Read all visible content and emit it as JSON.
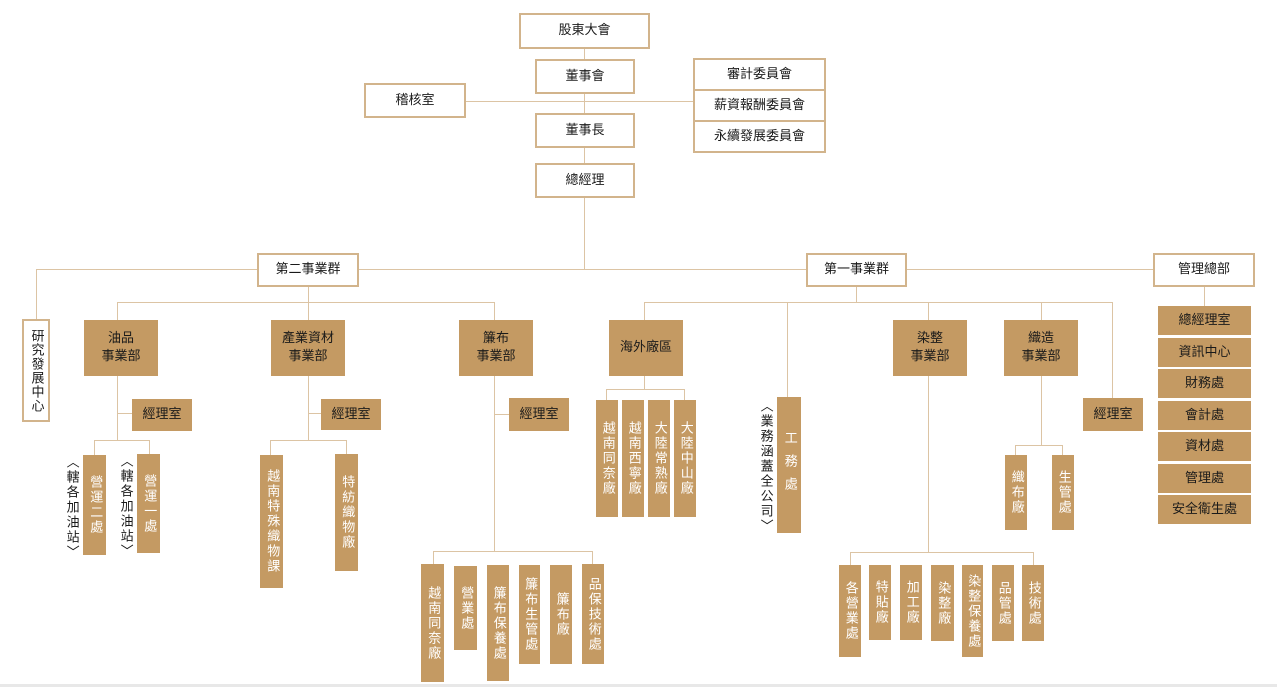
{
  "colors": {
    "accent_fill": "#c49a63",
    "line": "#dcc4a4",
    "border": "#d2b48c"
  },
  "top": {
    "shareholders": "股東大會",
    "board": "董事會",
    "audit_office": "稽核室",
    "chairman": "董事長",
    "president": "總經理",
    "committees": [
      "審計委員會",
      "薪資報酬委員會",
      "永續發展委員會"
    ]
  },
  "group2": {
    "title": "第二事業群",
    "rd_center": "研究發展中心",
    "oil": {
      "title": "油品\n事業部",
      "office": "經理室",
      "units": [
        {
          "label": "營運二處",
          "note": "︿轄各加油站﹀"
        },
        {
          "label": "營運一處",
          "note": "︿轄各加油站﹀"
        }
      ]
    },
    "industrial": {
      "title": "產業資材\n事業部",
      "office": "經理室",
      "units": [
        "越南特殊織物課",
        "特紡織物廠"
      ]
    },
    "curtain": {
      "title": "簾布\n事業部",
      "office": "經理室",
      "units": [
        "越南同奈廠",
        "營業處",
        "簾布保養處",
        "簾布生管處",
        "簾布廠",
        "品保技術處"
      ]
    }
  },
  "group1": {
    "title": "第一事業群",
    "overseas": {
      "title": "海外廠區",
      "units": [
        "越南同奈廠",
        "越南西寧廠",
        "大陸常熟廠",
        "大陸中山廠"
      ]
    },
    "engineering": {
      "label": "工務處",
      "note": "︿業務涵蓋全公司﹀"
    },
    "dyeing": {
      "title": "染整\n事業部",
      "units": [
        "各營業處",
        "特貼廠",
        "加工廠",
        "染整廠",
        "染整保養處",
        "品管處",
        "技術處"
      ]
    },
    "weaving": {
      "title": "織造\n事業部",
      "units": [
        "織布廠",
        "生管處"
      ]
    },
    "office": "經理室"
  },
  "management": {
    "title": "管理總部",
    "units": [
      "總經理室",
      "資訊中心",
      "財務處",
      "會計處",
      "資材處",
      "管理處",
      "安全衛生處"
    ]
  }
}
